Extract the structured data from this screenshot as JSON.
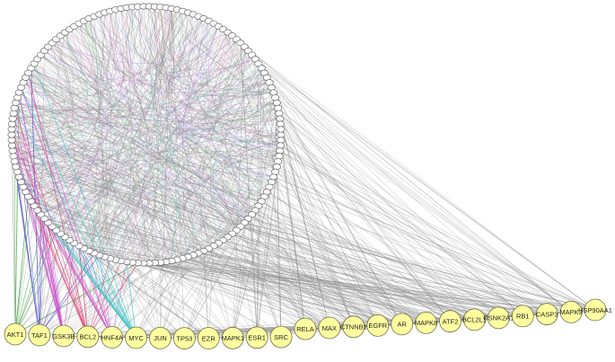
{
  "network": {
    "hub_nodes": [
      "AKT1",
      "TAF1",
      "GSK3B",
      "BCL2",
      "HNF4A",
      "MYC",
      "JUN",
      "TP53",
      "EZR",
      "MAPK1",
      "ESR1",
      "SRC",
      "RELA",
      "MAX",
      "CTNNB1",
      "EGFR",
      "AR",
      "MAPK8",
      "ATF2",
      "BCL2L1",
      "CSNK2A1",
      "RB1",
      "CASP3",
      "MAPK3",
      "HSP90AA1"
    ],
    "colors": {
      "node_fill": "#ffffa0",
      "node_stroke": "#6f6f4a",
      "small_node_fill": "#ffffff",
      "small_node_stroke": "#555555",
      "edge_gray": "#8a8a8a",
      "edge_palette": [
        "#d070d0",
        "#b060e0",
        "#e060a0",
        "#40c0c0",
        "#60b060",
        "#8080d0",
        "#c07070",
        "#70a0c0"
      ]
    }
  }
}
